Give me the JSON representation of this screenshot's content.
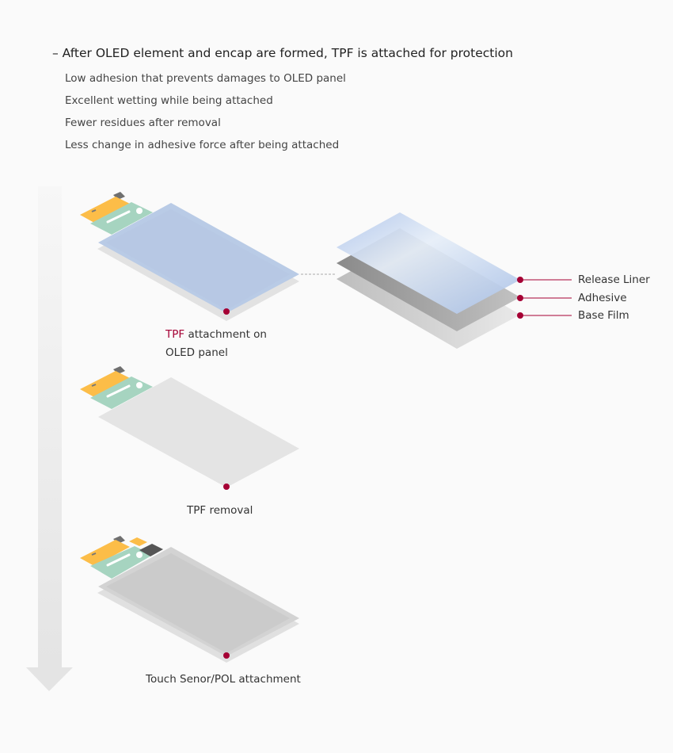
{
  "heading": "– After OLED element and encap are formed, TPF is attached for protection",
  "bullets": [
    "Low adhesion that prevents damages to OLED panel",
    "Excellent wetting while being attached",
    "Fewer residues after removal",
    "Less change in adhesive force after being attached"
  ],
  "steps": {
    "step1_highlight": "TPF",
    "step1_rest": " attachment on",
    "step1_line2": "OLED panel",
    "step2": "TPF removal",
    "step3": "Touch Senor/POL attachment"
  },
  "layers": [
    "Release Liner",
    "Adhesive",
    "Base Film"
  ],
  "colors": {
    "accent": "#a50034",
    "tpf": "#b9cbe6",
    "orange": "#fcbd48",
    "green": "#a6d4c0"
  }
}
